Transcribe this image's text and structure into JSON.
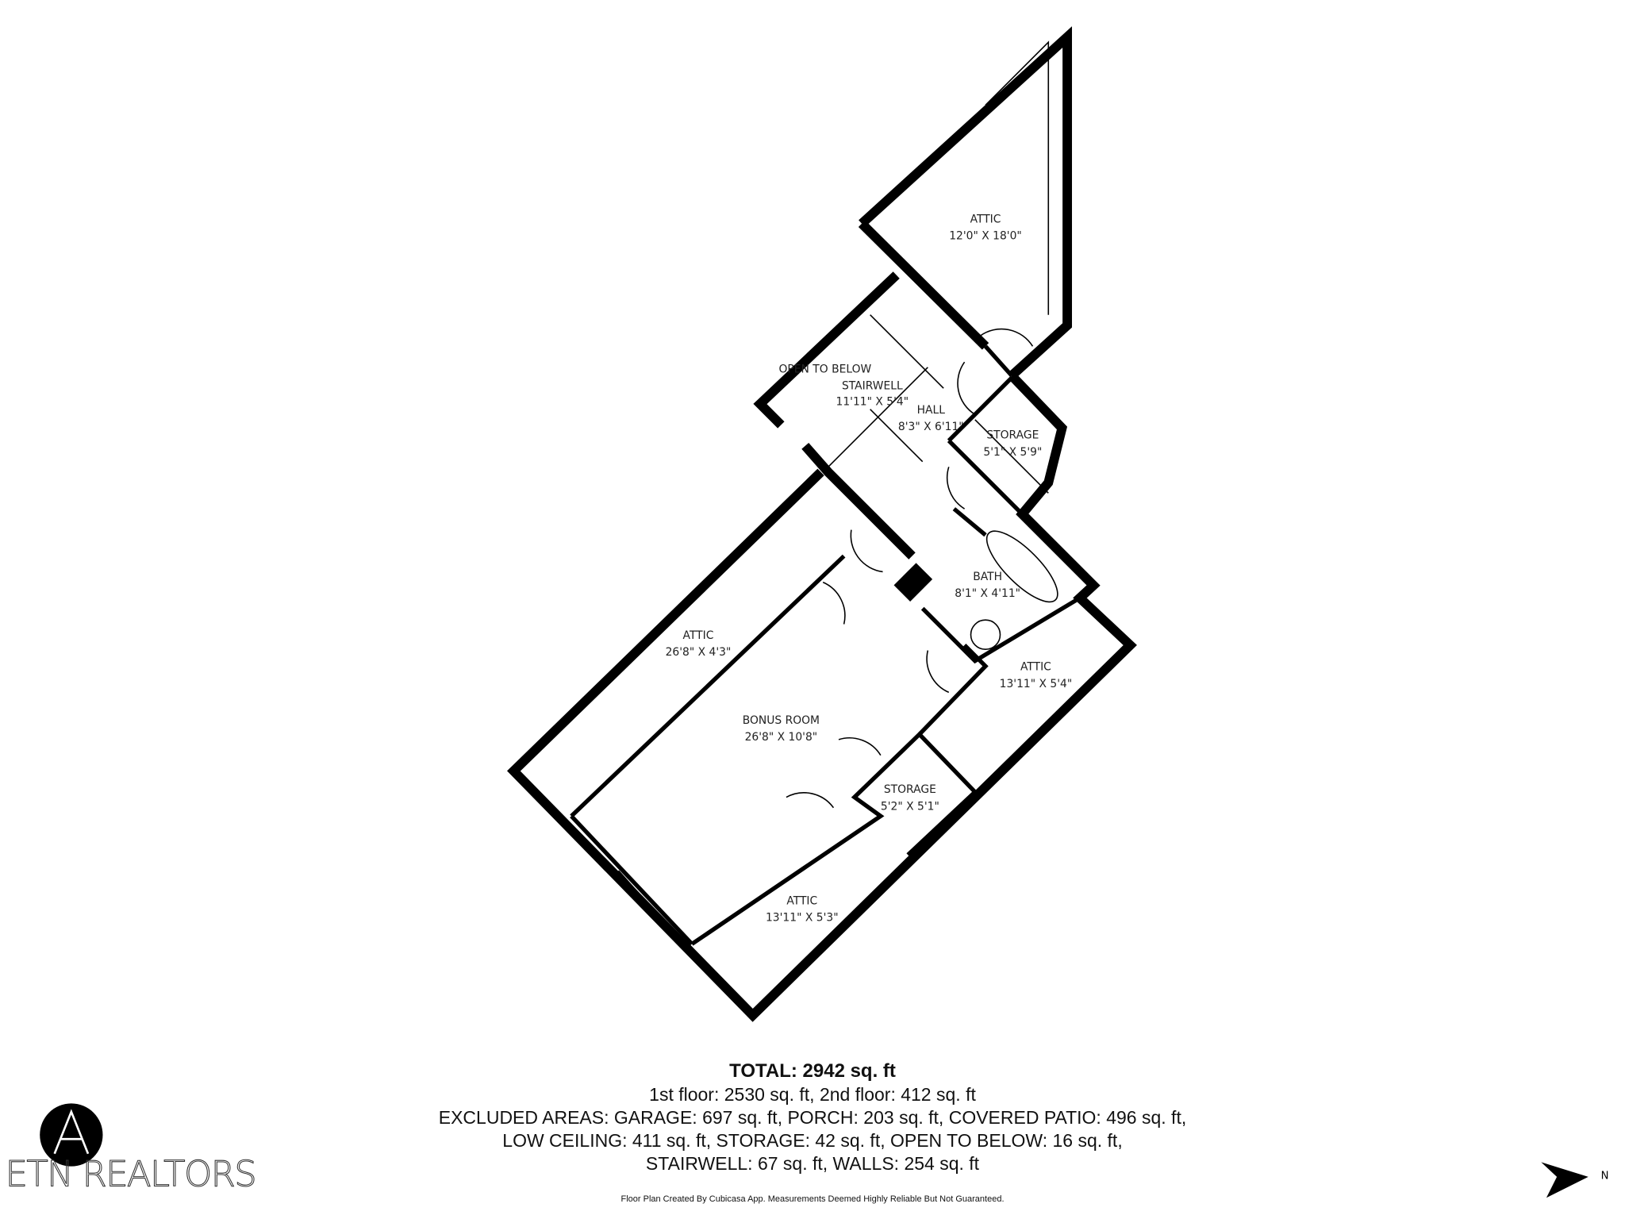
{
  "rooms": [
    {
      "name": "ATTIC",
      "dims": "12'0\" X 18'0\""
    },
    {
      "name": "OPEN TO BELOW",
      "dims": ""
    },
    {
      "name": "STAIRWELL",
      "dims": "11'11\" X 5'4\""
    },
    {
      "name": "HALL",
      "dims": "8'3\" X 6'11\""
    },
    {
      "name": "STORAGE",
      "dims": "5'1\" X 5'9\""
    },
    {
      "name": "BATH",
      "dims": "8'1\" X 4'11\""
    },
    {
      "name": "ATTIC",
      "dims": "26'8\" X 4'3\""
    },
    {
      "name": "ATTIC",
      "dims": "13'11\" X 5'4\""
    },
    {
      "name": "BONUS ROOM",
      "dims": "26'8\" X 10'8\""
    },
    {
      "name": "STORAGE",
      "dims": "5'2\" X 5'1\""
    },
    {
      "name": "ATTIC",
      "dims": "13'11\" X 5'3\""
    }
  ],
  "summary": {
    "total": "TOTAL: 2942 sq. ft",
    "floors": "1st floor: 2530 sq. ft, 2nd floor: 412 sq. ft",
    "excluded_1": "EXCLUDED AREAS: GARAGE: 697 sq. ft, PORCH: 203 sq. ft, COVERED PATIO: 496 sq. ft,",
    "excluded_2": "LOW CEILING: 411 sq. ft, STORAGE: 42 sq. ft, OPEN TO BELOW: 16 sq. ft,",
    "excluded_3": "STAIRWELL: 67 sq. ft, WALLS: 254 sq. ft",
    "disclaimer": "Floor Plan Created By Cubicasa App. Measurements Deemed Highly Reliable But Not Guaranteed."
  },
  "logo": {
    "text": "ETN REALTORS"
  },
  "compass": {
    "label": "N",
    "icon": "north-arrow-icon"
  }
}
